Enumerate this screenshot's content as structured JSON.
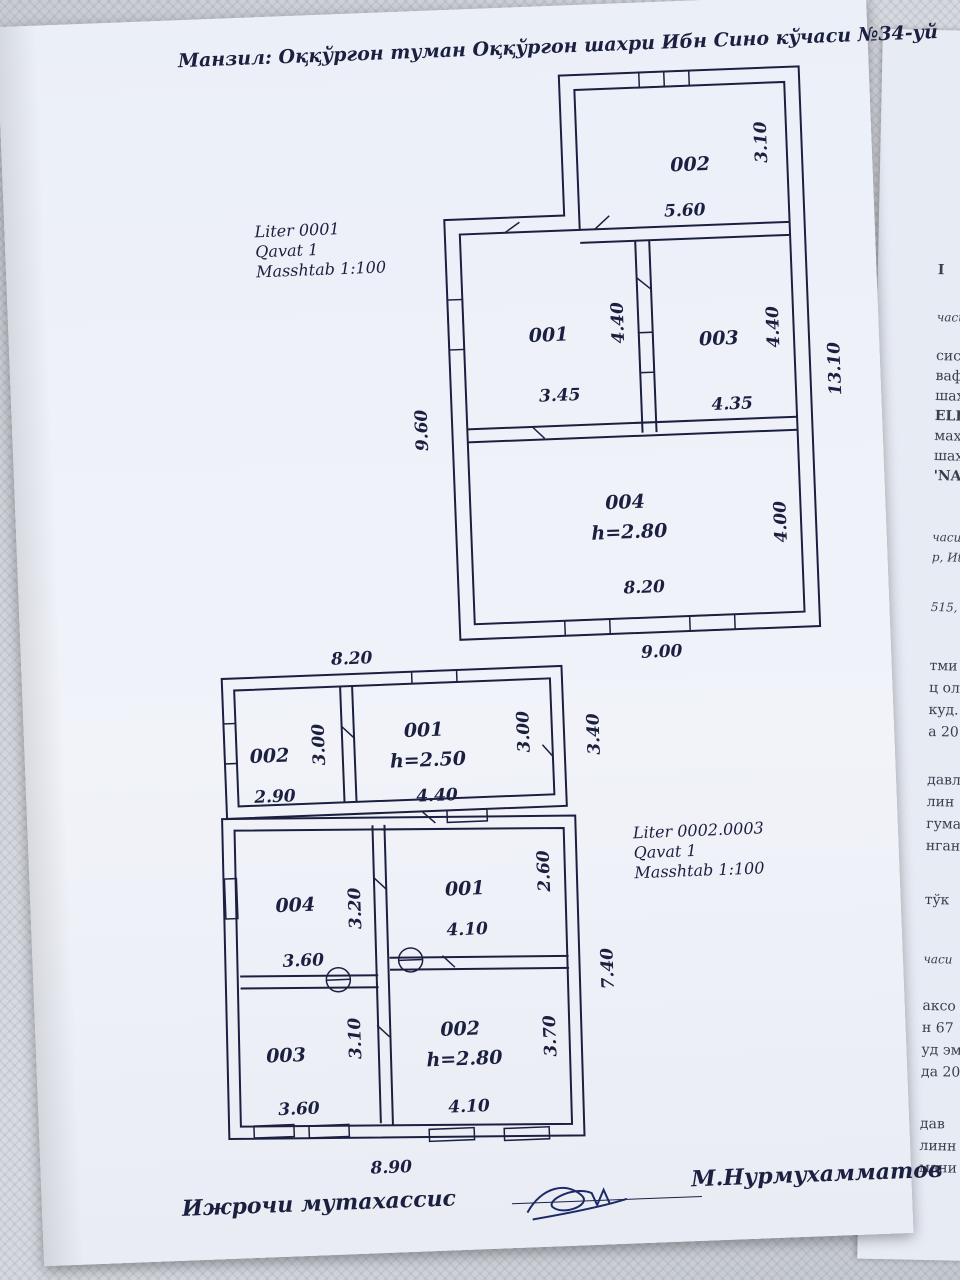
{
  "header": {
    "address": "Манзил:  Оққўргон  туман  Оққўргон шахри Ибн Сино кўчаси №34-уй"
  },
  "plan_top": {
    "liter": "Liter 0001",
    "floor": "Qavat 1",
    "scale": "Masshtab 1:100",
    "rooms": [
      {
        "id": "002",
        "width": "5.60",
        "depth": "3.10"
      },
      {
        "id": "001",
        "width": "3.45",
        "depth": "4.40"
      },
      {
        "id": "003",
        "width": "4.35",
        "depth": "4.40"
      },
      {
        "id": "004",
        "height": "h=2.80",
        "width": "8.20",
        "depth": "4.00"
      }
    ],
    "overall": {
      "left": "9.60",
      "right": "13.10",
      "bottom": "9.00"
    }
  },
  "plan_bottom": {
    "liter": "Liter 0002.0003",
    "floor": "Qavat 1",
    "scale": "Masshtab 1:100",
    "rooms": [
      {
        "id": "002",
        "width": "2.90",
        "depth": "3.00"
      },
      {
        "id": "001",
        "height": "h=2.50",
        "width": "4.40",
        "depth": "3.00"
      },
      {
        "id": "004",
        "width": "3.60",
        "depth": "3.20"
      },
      {
        "id": "001",
        "width": "4.10",
        "depth": "2.60"
      },
      {
        "id": "003",
        "width": "3.60",
        "depth": "3.10"
      },
      {
        "id": "002",
        "height": "h=2.80",
        "width": "4.10",
        "depth": "3.70"
      }
    ],
    "overall": {
      "top": "8.20",
      "right_upper": "3.40",
      "right": "7.40",
      "bottom": "8.90"
    }
  },
  "footer": {
    "role": "Ижрочи мутахассис",
    "name": "М.Нурмухамматов"
  },
  "back_page_fragments": [
    "I",
    "часи",
    "систо",
    "вафо",
    "шахр",
    "ELI",
    "маха",
    "шаха",
    "'NAн",
    "часи",
    "р, Иt",
    "515,",
    "тми",
    "ц ол",
    "куд.",
    "а 20",
    "давл",
    "лин",
    "гума",
    "нган",
    "тўк",
    "часи",
    "аксо",
    "н 67",
    "уд эм",
    "да 20",
    "дав",
    "линн",
    "мани"
  ]
}
